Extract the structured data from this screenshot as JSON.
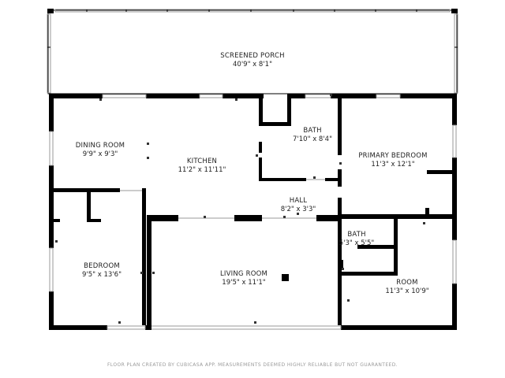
{
  "rooms": [
    {
      "id": "screened-porch",
      "name": "SCREENED PORCH",
      "dims": "40'9\" x 8'1\""
    },
    {
      "id": "dining-room",
      "name": "DINING ROOM",
      "dims": "9'9\" x 9'3\""
    },
    {
      "id": "kitchen",
      "name": "KITCHEN",
      "dims": "11'2\" x 11'11\""
    },
    {
      "id": "bath-1",
      "name": "BATH",
      "dims": "7'10\" x 8'4\""
    },
    {
      "id": "primary-bedroom",
      "name": "PRIMARY BEDROOM",
      "dims": "11'3\" x 12'1\""
    },
    {
      "id": "hall",
      "name": "HALL",
      "dims": "8'2\" x 3'3\""
    },
    {
      "id": "bath-2",
      "name": "BATH",
      "dims": "5'3\" x 5'5\""
    },
    {
      "id": "bedroom",
      "name": "BEDROOM",
      "dims": "9'5\" x 13'6\""
    },
    {
      "id": "living-room",
      "name": "LIVING ROOM",
      "dims": "19'5\" x 11'1\""
    },
    {
      "id": "room",
      "name": "ROOM",
      "dims": "11'3\" x 10'9\""
    }
  ],
  "footer": "FLOOR PLAN CREATED BY CUBICASA APP. MEASUREMENTS DEEMED HIGHLY RELIABLE BUT NOT GUARANTEED.",
  "colors": {
    "wall": "#000000",
    "window": "#9a9a9a",
    "text": "#222222",
    "footer": "#9a9a9a"
  }
}
